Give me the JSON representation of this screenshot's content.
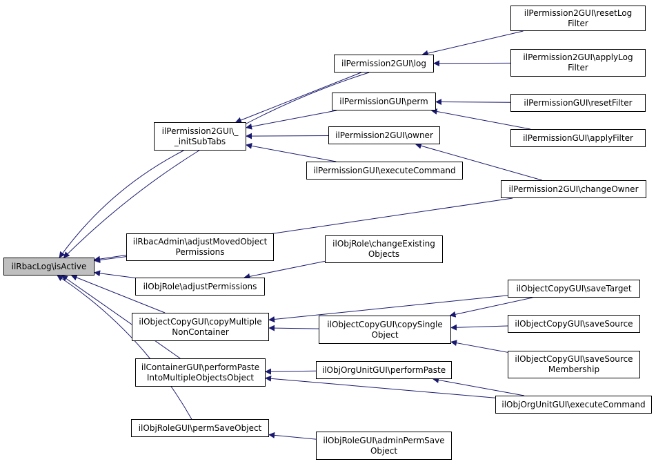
{
  "colors": {
    "edge": "#191970",
    "root_fill": "#bfbfbf",
    "node_fill": "#ffffff",
    "border": "#000000"
  },
  "nodes": {
    "root": "ilRbacLog\\isActive",
    "log": "ilPermission2GUI\\log",
    "resetLogFilter": "ilPermission2GUI\\resetLog\nFilter",
    "applyLogFilter": "ilPermission2GUI\\applyLog\nFilter",
    "initSubTabs": "ilPermission2GUI\\_\n_initSubTabs",
    "perm": "ilPermissionGUI\\perm",
    "resetFilter": "ilPermissionGUI\\resetFilter",
    "applyFilter": "ilPermissionGUI\\applyFilter",
    "owner": "ilPermission2GUI\\owner",
    "permExecuteCommand": "ilPermissionGUI\\executeCommand",
    "changeOwner": "ilPermission2GUI\\changeOwner",
    "adjustMovedObjectPermissions": "ilRbacAdmin\\adjustMovedObject\nPermissions",
    "changeExistingObjects": "ilObjRole\\changeExisting\nObjects",
    "adjustPermissions": "ilObjRole\\adjustPermissions",
    "saveTarget": "ilObjectCopyGUI\\saveTarget",
    "copyMultipleNonContainer": "ilObjectCopyGUI\\copyMultiple\nNonContainer",
    "copySingleObject": "ilObjectCopyGUI\\copySingle\nObject",
    "saveSource": "ilObjectCopyGUI\\saveSource",
    "saveSourceMembership": "ilObjectCopyGUI\\saveSource\nMembership",
    "performPasteIntoMultiple": "ilContainerGUI\\performPaste\nIntoMultipleObjectsObject",
    "orgUnitPerformPaste": "ilObjOrgUnitGUI\\performPaste",
    "orgUnitExecuteCommand": "ilObjOrgUnitGUI\\executeCommand",
    "permSaveObject": "ilObjRoleGUI\\permSaveObject",
    "adminPermSaveObject": "ilObjRoleGUI\\adminPermSave\nObject"
  },
  "edges": [
    [
      "log",
      "root"
    ],
    [
      "initSubTabs",
      "root"
    ],
    [
      "changeOwner",
      "root"
    ],
    [
      "adjustMovedObjectPermissions",
      "root"
    ],
    [
      "adjustPermissions",
      "root"
    ],
    [
      "copyMultipleNonContainer",
      "root"
    ],
    [
      "performPasteIntoMultiple",
      "root"
    ],
    [
      "permSaveObject",
      "root"
    ],
    [
      "resetLogFilter",
      "log"
    ],
    [
      "applyLogFilter",
      "log"
    ],
    [
      "log",
      "initSubTabs"
    ],
    [
      "perm",
      "initSubTabs"
    ],
    [
      "owner",
      "initSubTabs"
    ],
    [
      "permExecuteCommand",
      "initSubTabs"
    ],
    [
      "resetFilter",
      "perm"
    ],
    [
      "applyFilter",
      "perm"
    ],
    [
      "changeOwner",
      "owner"
    ],
    [
      "changeExistingObjects",
      "adjustPermissions"
    ],
    [
      "saveTarget",
      "copyMultipleNonContainer"
    ],
    [
      "copySingleObject",
      "copyMultipleNonContainer"
    ],
    [
      "saveTarget",
      "copySingleObject"
    ],
    [
      "saveSource",
      "copySingleObject"
    ],
    [
      "saveSourceMembership",
      "copySingleObject"
    ],
    [
      "orgUnitPerformPaste",
      "performPasteIntoMultiple"
    ],
    [
      "orgUnitExecuteCommand",
      "performPasteIntoMultiple"
    ],
    [
      "orgUnitExecuteCommand",
      "orgUnitPerformPaste"
    ],
    [
      "adminPermSaveObject",
      "permSaveObject"
    ]
  ]
}
